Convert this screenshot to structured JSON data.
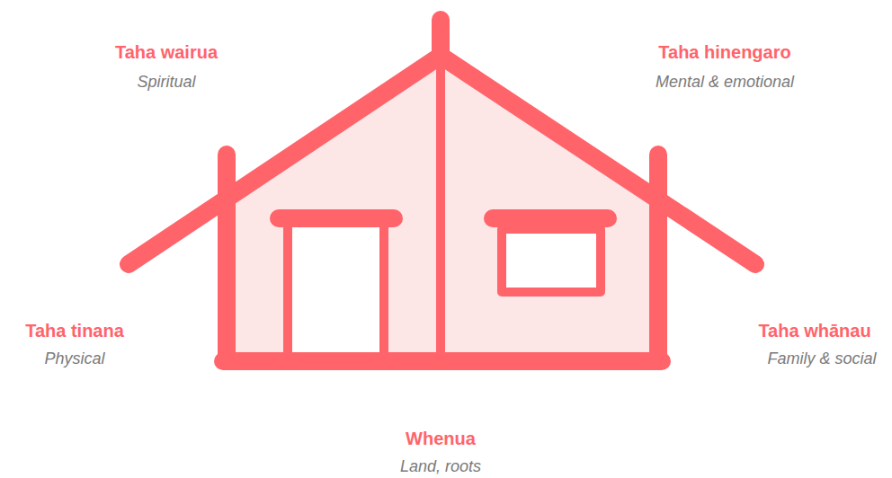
{
  "diagram": {
    "labels": [
      "Taha wairua",
      "Spiritual",
      "Taha hinengaro",
      "Mental & emotional",
      "Taha tinana",
      "Physical",
      "Taha whānau",
      "Family & social",
      "Whenua",
      "Land, roots"
    ]
  }
}
